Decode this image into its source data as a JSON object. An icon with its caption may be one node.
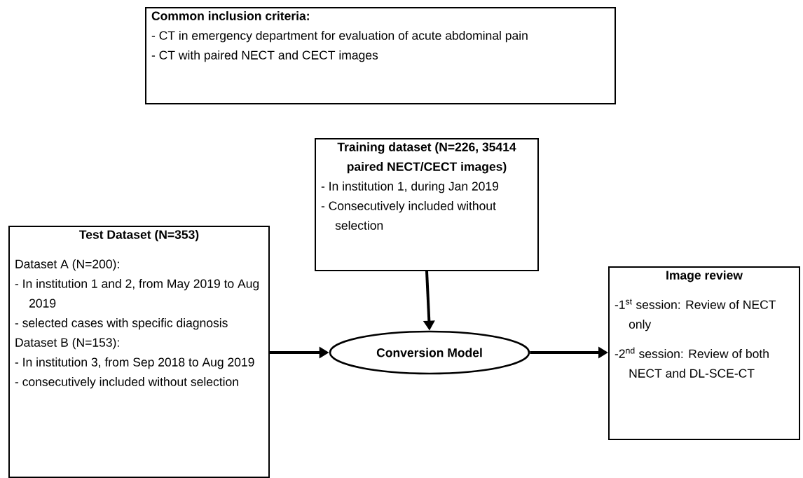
{
  "diagram": {
    "nodes": [
      {
        "text": [
          "Common inclusion criteria:",
          "- CT in emergency department for evaluation of acute abdominal pain",
          "- CT with paired NECT and CECT images"
        ]
      },
      {
        "text": [
          "Training dataset (N=226, 35414 paired NECT/CECT images)",
          "- In institution 1, during Jan 2019",
          "- Consecutively included without selection"
        ]
      },
      {
        "text": [
          "Test Dataset (N=353)",
          "Dataset A (N=200):",
          "- In institution 1 and 2, from May 2019 to Aug 2019",
          "- selected cases with specific diagnosis",
          "Dataset B (N=153):",
          "- In institution 3, from Sep 2018 to Aug 2019",
          "- consecutively included without selection"
        ]
      },
      {
        "text": [
          "Conversion Model"
        ]
      },
      {
        "text": [
          "Image review",
          "-1$^{st}$ session: Review of NECT only",
          "-2$^{nd}$ session: Review of both NECT and DL-SCE-CT"
        ]
      }
    ],
    "edges": [
      {
        "from": 1,
        "to": 3,
        "arrow": "to"
      },
      {
        "from": 2,
        "to": 3,
        "arrow": "to"
      },
      {
        "from": 3,
        "to": 4,
        "arrow": "to"
      }
    ]
  }
}
